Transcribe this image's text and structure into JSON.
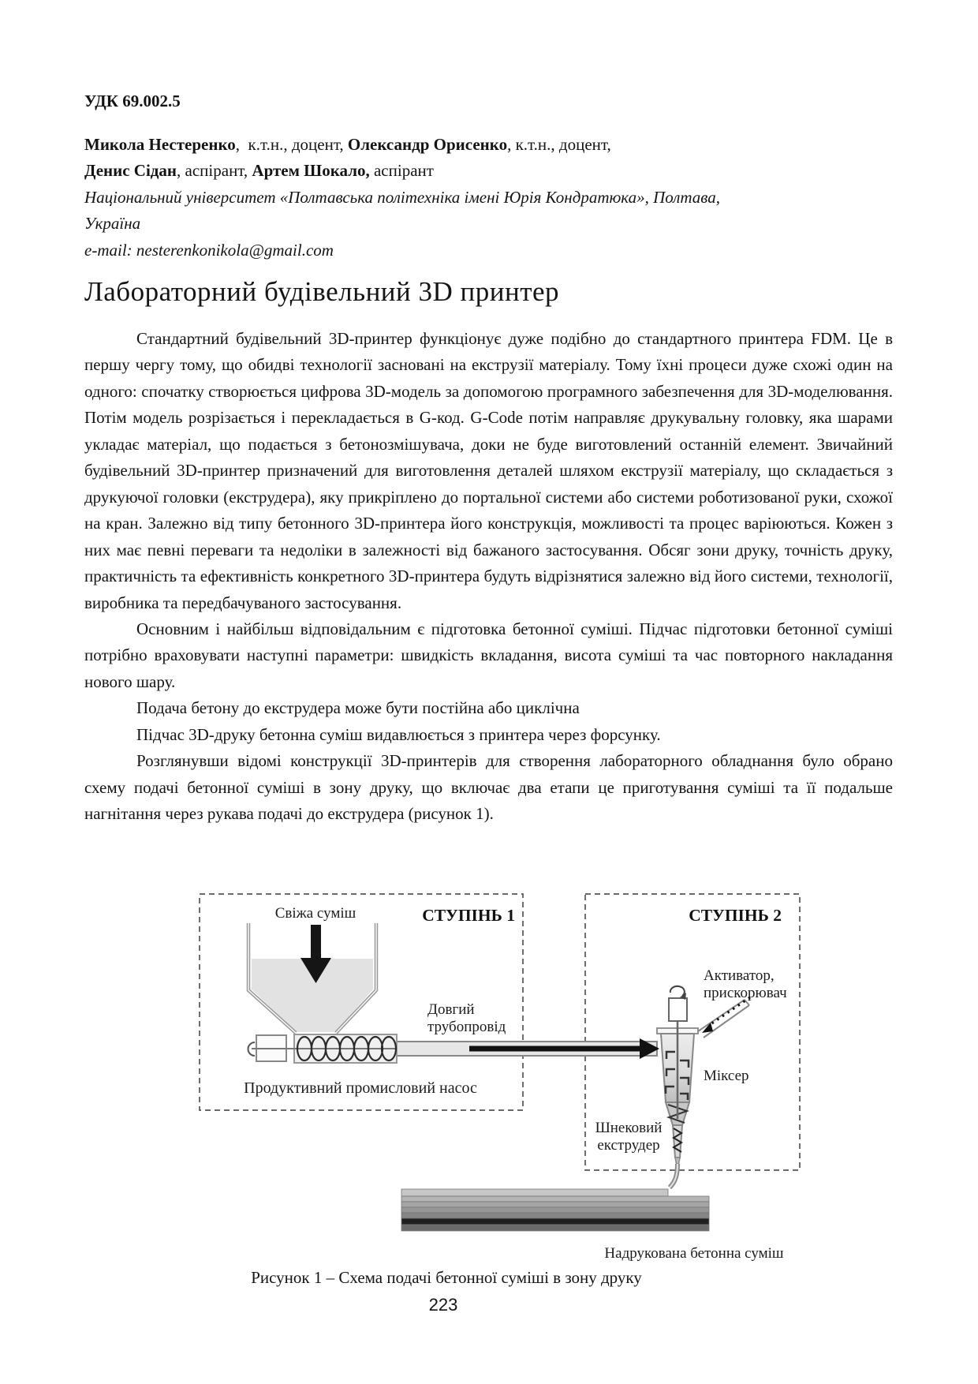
{
  "header": {
    "udc": "УДК 69.002.5",
    "author1_name": "Микола Нестеренко",
    "author1_rest": ",  к.т.н., доцент, ",
    "author2_name": "Олександр Орисенко",
    "author2_rest": ", к.т.н., доцент,",
    "author3_name": "Денис Сідан",
    "author3_rest": ", аспірант, ",
    "author4_name": "Артем Шокало,",
    "author4_rest": " аспірант",
    "affiliation_line1": "Національний університет «Полтавська політехніка імені Юрія Кондратюка», Полтава,",
    "affiliation_line2": "Україна",
    "email": "e-mail: nesterenkonikola@gmail.com"
  },
  "title": "Лабораторний будівельний 3D принтер",
  "paragraphs": [
    "Стандартний будівельний 3D-принтер функціонує дуже подібно до стандартного принтера FDM. Це в першу чергу тому, що обидві технології засновані на екструзії матеріалу. Тому їхні процеси дуже схожі один на одного: спочатку створюється цифрова 3D-модель за допомогою програмного забезпечення для 3D-моделювання. Потім модель розрізається і перекладається в G-код. G-Code потім направляє друкувальну головку, яка шарами укладає матеріал, що подається з бетонозмішувача, доки не буде виготовлений останній елемент. Звичайний будівельний 3D-принтер призначений для виготовлення деталей шляхом екструзії матеріалу, що складається з друкуючої головки (екструдера), яку прикріплено до портальної системи або системи роботизованої руки, схожої на кран. Залежно від типу бетонного 3D-принтера його конструкція, можливості та процес варіюються. Кожен з них має певні переваги та недоліки в залежності від бажаного застосування. Обсяг зони друку, точність друку, практичність та ефективність конкретного 3D-принтера будуть відрізнятися залежно від його системи, технології, виробника та передбачуваного застосування.",
    "Основним і найбільш відповідальним є підготовка бетонної суміші. Підчас підготовки бетонної суміші потрібно враховувати наступні параметри: швидкість вкладання, висота суміші та час повторного накладання нового шару.",
    "Подача бетону до екструдера може бути постійна або циклічна",
    "Підчас 3D-друку бетонна суміш видавлюється з принтера через форсунку.",
    "Розглянувши відомі конструкції 3D-принтерів для створення лабораторного обладнання було обрано схему подачі бетонної суміші в зону друку, що включає два етапи це приготування суміші та її подальше нагнітання через рукава подачі до екструдера (рисунок 1)."
  ],
  "figure": {
    "labels": {
      "fresh_mix": "Свіжа суміш",
      "stage1": "СТУПІНЬ 1",
      "pipe1": "Довгий",
      "pipe2": "трубопровід",
      "pump": "Продуктивний промисловий насос",
      "stage2": "СТУПІНЬ 2",
      "activator1": "Активатор,",
      "activator2": "прискорювач",
      "mixer": "Міксер",
      "extruder1": "Шнековий",
      "extruder2": "екструдер",
      "printed": "Надрукована бетонна суміш"
    },
    "caption": "Рисунок 1 – Схема подачі бетонної суміші в зону друку"
  },
  "page": {
    "number": "223"
  }
}
